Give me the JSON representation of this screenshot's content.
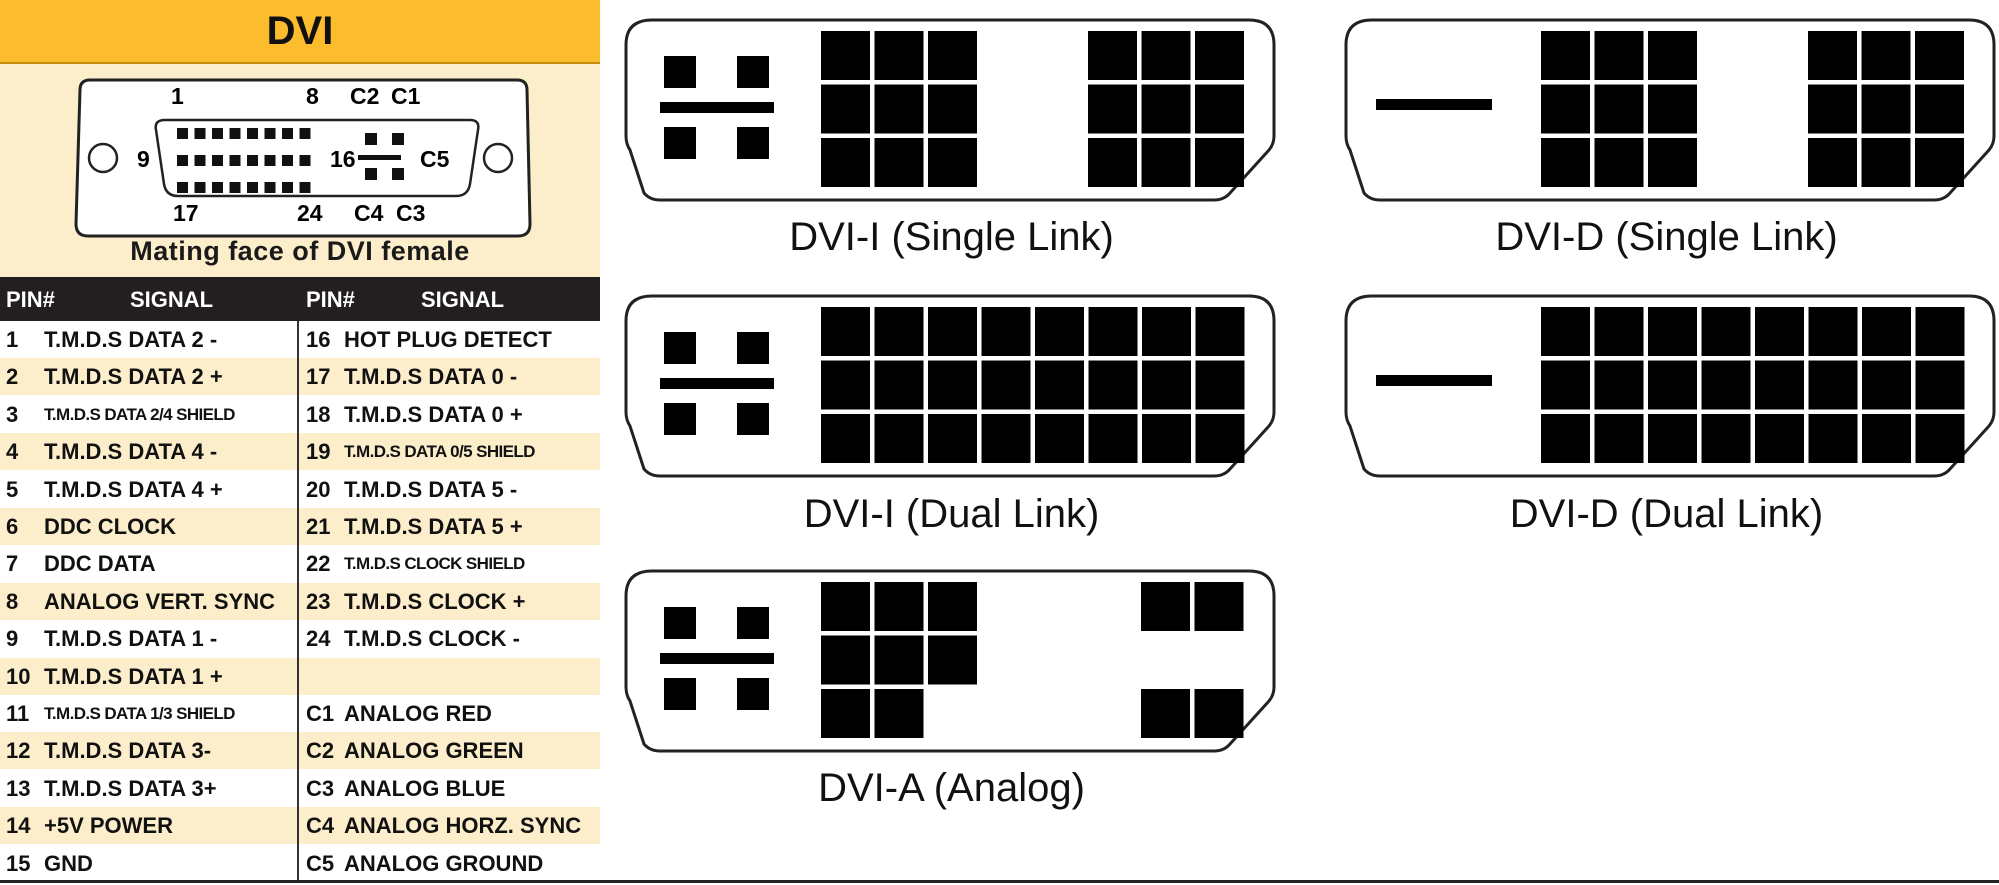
{
  "title": "DVI",
  "connector": {
    "labels": {
      "top_1": "1",
      "top_8": "8",
      "top_c2": "C2",
      "top_c1": "C1",
      "left_9": "9",
      "mid_16": "16",
      "right_c5": "C5",
      "bot_17": "17",
      "bot_24": "24",
      "bot_c4": "C4",
      "bot_c3": "C3"
    },
    "caption": "Mating face of DVI female"
  },
  "table": {
    "headers": {
      "pin1": "PIN#",
      "sig1": "SIGNAL",
      "pin2": "PIN#",
      "sig2": "SIGNAL"
    },
    "rows": [
      {
        "p1": "1",
        "s1": "T.M.D.S DATA 2 -",
        "p2": "16",
        "s2": "HOT PLUG DETECT"
      },
      {
        "p1": "2",
        "s1": "T.M.D.S DATA 2 +",
        "p2": "17",
        "s2": "T.M.D.S DATA 0 -"
      },
      {
        "p1": "3",
        "s1": "T.M.D.S DATA 2/4 SHIELD",
        "p2": "18",
        "s2": "T.M.D.S DATA 0 +"
      },
      {
        "p1": "4",
        "s1": "T.M.D.S DATA 4 -",
        "p2": "19",
        "s2": "T.M.D.S DATA 0/5 SHIELD"
      },
      {
        "p1": "5",
        "s1": "T.M.D.S DATA 4 +",
        "p2": "20",
        "s2": "T.M.D.S DATA 5 -"
      },
      {
        "p1": "6",
        "s1": "DDC CLOCK",
        "p2": "21",
        "s2": "T.M.D.S DATA 5 +"
      },
      {
        "p1": "7",
        "s1": "DDC DATA",
        "p2": "22",
        "s2": "T.M.D.S CLOCK SHIELD"
      },
      {
        "p1": "8",
        "s1": "ANALOG VERT. SYNC",
        "p2": "23",
        "s2": "T.M.D.S CLOCK +"
      },
      {
        "p1": "9",
        "s1": "T.M.D.S DATA 1 -",
        "p2": "24",
        "s2": "T.M.D.S CLOCK -"
      },
      {
        "p1": "10",
        "s1": "T.M.D.S DATA 1 +",
        "p2": "",
        "s2": ""
      },
      {
        "p1": "11",
        "s1": "T.M.D.S DATA 1/3 SHIELD",
        "p2": "C1",
        "s2": "ANALOG RED"
      },
      {
        "p1": "12",
        "s1": "T.M.D.S DATA 3-",
        "p2": "C2",
        "s2": "ANALOG GREEN"
      },
      {
        "p1": "13",
        "s1": "T.M.D.S DATA 3+",
        "p2": "C3",
        "s2": "ANALOG BLUE"
      },
      {
        "p1": "14",
        "s1": "+5V POWER",
        "p2": "C4",
        "s2": "ANALOG HORZ. SYNC"
      },
      {
        "p1": "15",
        "s1": "GND",
        "p2": "C5",
        "s2": "ANALOG GROUND"
      }
    ]
  },
  "plugs": [
    {
      "name": "DVI-I (Single Link)",
      "analog": "full",
      "blocks": [
        [
          3,
          3
        ],
        [
          3,
          3
        ]
      ],
      "kind": "split"
    },
    {
      "name": "DVI-D (Single Link)",
      "analog": "blade",
      "blocks": [
        [
          3,
          3
        ],
        [
          3,
          3
        ]
      ],
      "kind": "split"
    },
    {
      "name": "DVI-I (Dual Link)",
      "analog": "full",
      "blocks": [
        [
          8,
          3
        ]
      ],
      "kind": "full"
    },
    {
      "name": "DVI-D (Dual Link)",
      "analog": "blade",
      "blocks": [
        [
          8,
          3
        ]
      ],
      "kind": "full"
    },
    {
      "name": "DVI-A (Analog)",
      "analog": "full",
      "blocks": [],
      "kind": "analog"
    }
  ],
  "colors": {
    "accent": "#fbbc2e",
    "panel": "#fdeecb",
    "header": "#231f20",
    "pin": "#000000"
  }
}
